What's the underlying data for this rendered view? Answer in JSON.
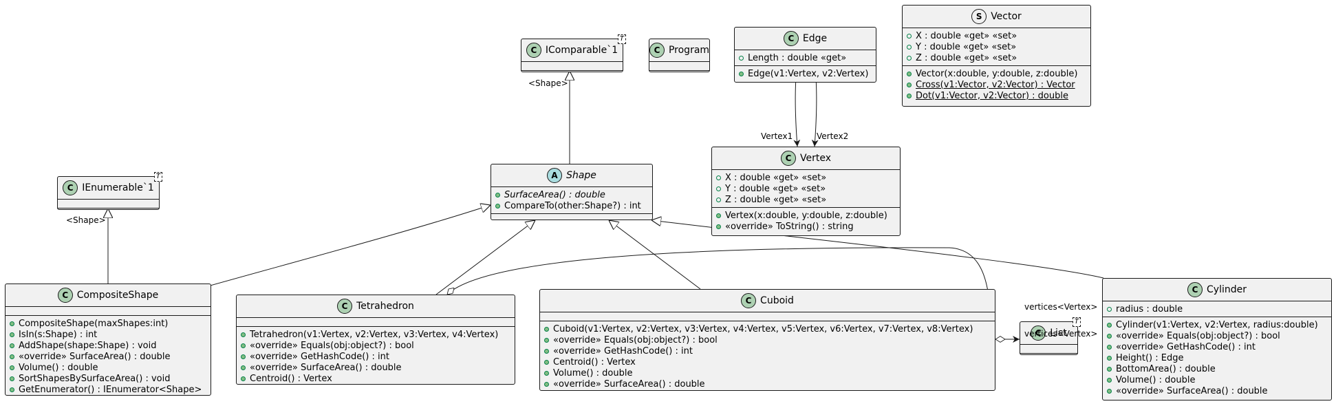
{
  "classes": [
    {
      "key": "icomparable",
      "name": "IComparable`1",
      "stereo": "C",
      "tparam": "T",
      "fields": [],
      "methods": []
    },
    {
      "key": "program",
      "name": "Program",
      "stereo": "C",
      "fields": [],
      "methods": []
    },
    {
      "key": "edge",
      "name": "Edge",
      "stereo": "C",
      "fields": [
        {
          "text": "Length : double «get»"
        }
      ],
      "methods": [
        {
          "text": "Edge(v1:Vertex, v2:Vertex)"
        }
      ]
    },
    {
      "key": "vector",
      "name": "Vector",
      "stereo": "S",
      "fields": [
        {
          "text": "X : double «get» «set»"
        },
        {
          "text": "Y : double «get» «set»"
        },
        {
          "text": "Z : double «get» «set»"
        }
      ],
      "methods": [
        {
          "text": "Vector(x:double, y:double, z:double)"
        },
        {
          "text": "Cross(v1:Vector, v2:Vector) : Vector",
          "static": true
        },
        {
          "text": "Dot(v1:Vector, v2:Vector) : double",
          "static": true
        }
      ]
    },
    {
      "key": "vertex",
      "name": "Vertex",
      "stereo": "C",
      "fields": [
        {
          "text": "X : double «get» «set»"
        },
        {
          "text": "Y : double «get» «set»"
        },
        {
          "text": "Z : double «get» «set»"
        }
      ],
      "methods": [
        {
          "text": "Vertex(x:double, y:double, z:double)"
        },
        {
          "text": "«override» ToString() : string"
        }
      ]
    },
    {
      "key": "ienumerable",
      "name": "IEnumerable`1",
      "stereo": "C",
      "tparam": "T",
      "fields": [],
      "methods": []
    },
    {
      "key": "shape",
      "name": "Shape",
      "stereo": "A",
      "abstract": true,
      "fields": [
        {
          "text": "SurfaceArea() : double",
          "abstract": true,
          "method": true
        },
        {
          "text": "CompareTo(other:Shape?) : int",
          "method": true
        }
      ],
      "methods": []
    },
    {
      "key": "composite",
      "name": "CompositeShape",
      "stereo": "C",
      "fields": [],
      "methods": [
        {
          "text": "CompositeShape(maxShapes:int)"
        },
        {
          "text": "IsIn(s:Shape) : int"
        },
        {
          "text": "AddShape(shape:Shape) : void"
        },
        {
          "text": "«override» SurfaceArea() : double"
        },
        {
          "text": "Volume() : double"
        },
        {
          "text": "SortShapesBySurfaceArea() : void"
        },
        {
          "text": "GetEnumerator() : IEnumerator<Shape>"
        }
      ]
    },
    {
      "key": "tetra",
      "name": "Tetrahedron",
      "stereo": "C",
      "fields": [],
      "methods": [
        {
          "text": "Tetrahedron(v1:Vertex, v2:Vertex, v3:Vertex, v4:Vertex)"
        },
        {
          "text": "«override» Equals(obj:object?) : bool"
        },
        {
          "text": "«override» GetHashCode() : int"
        },
        {
          "text": "«override» SurfaceArea() : double"
        },
        {
          "text": "Centroid() : Vertex"
        }
      ]
    },
    {
      "key": "cuboid",
      "name": "Cuboid",
      "stereo": "C",
      "fields": [],
      "methods": [
        {
          "text": "Cuboid(v1:Vertex, v2:Vertex, v3:Vertex, v4:Vertex, v5:Vertex, v6:Vertex, v7:Vertex, v8:Vertex)"
        },
        {
          "text": "«override» Equals(obj:object?) : bool"
        },
        {
          "text": "«override» GetHashCode() : int"
        },
        {
          "text": "Centroid() : Vertex"
        },
        {
          "text": "Volume() : double"
        },
        {
          "text": "«override» SurfaceArea() : double"
        }
      ]
    },
    {
      "key": "list",
      "name": "List",
      "stereo": "C",
      "tparam": "T",
      "fields": [],
      "methods": []
    },
    {
      "key": "cylinder",
      "name": "Cylinder",
      "stereo": "C",
      "fields": [
        {
          "text": "radius : double"
        }
      ],
      "methods": [
        {
          "text": "Cylinder(v1:Vertex, v2:Vertex, radius:double)"
        },
        {
          "text": "«override» Equals(obj:object?) : bool"
        },
        {
          "text": "«override» GetHashCode() : int"
        },
        {
          "text": "Height() : Edge"
        },
        {
          "text": "BottomArea() : double"
        },
        {
          "text": "Volume() : double"
        },
        {
          "text": "«override» SurfaceArea() : double"
        }
      ]
    }
  ],
  "labels": {
    "shape_binding_icomparable": "<Shape>",
    "shape_binding_ienumerable": "<Shape>",
    "vertex1": "Vertex1",
    "vertex2": "Vertex2",
    "vertices_tetra": "vertices<Vertex>",
    "vertices_cuboid": "vertices<Vertex>"
  }
}
